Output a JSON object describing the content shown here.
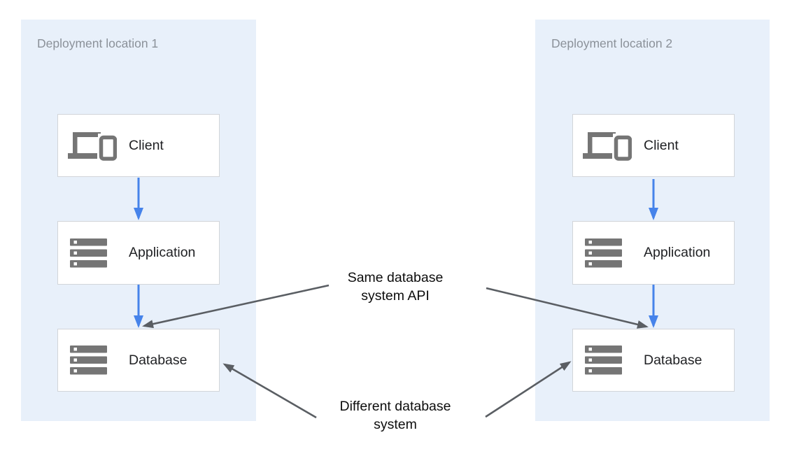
{
  "diagram": {
    "locations": [
      {
        "title": "Deployment location 1",
        "nodes": [
          {
            "label": "Client",
            "icon": "client-devices-icon"
          },
          {
            "label": "Application",
            "icon": "server-stack-icon"
          },
          {
            "label": "Database",
            "icon": "server-stack-icon"
          }
        ]
      },
      {
        "title": "Deployment location 2",
        "nodes": [
          {
            "label": "Client",
            "icon": "client-devices-icon"
          },
          {
            "label": "Application",
            "icon": "server-stack-icon"
          },
          {
            "label": "Database",
            "icon": "server-stack-icon"
          }
        ]
      }
    ],
    "annotations": [
      {
        "lines": [
          "Same database",
          "system API"
        ]
      },
      {
        "lines": [
          "Different database",
          "system"
        ]
      }
    ],
    "colors": {
      "panel_bg": "#e8f0fa",
      "box_border": "#d2d5d9",
      "flow_arrow_blue": "#4683ea",
      "annotation_arrow_gray": "#5a5e63",
      "icon_gray": "#757575",
      "title_gray": "#8b9199",
      "label_text": "#1f2023"
    }
  }
}
